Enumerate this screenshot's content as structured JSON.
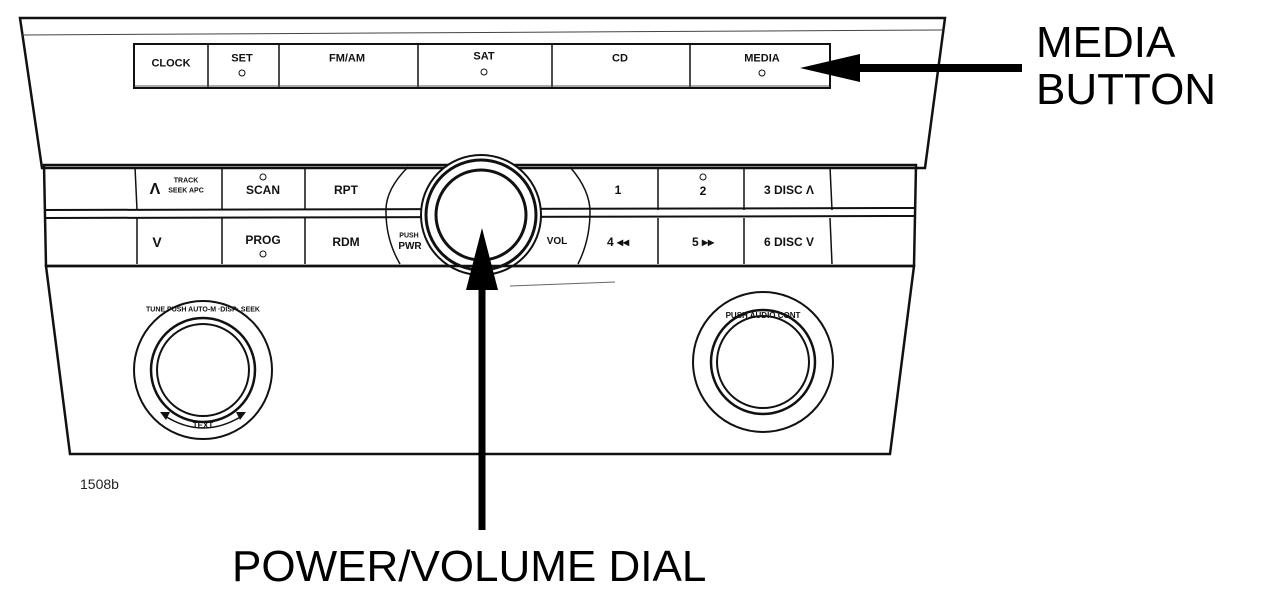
{
  "preset_row": {
    "buttons": [
      {
        "id": "clock",
        "label": "CLOCK",
        "dot": false
      },
      {
        "id": "set",
        "label": "SET",
        "dot": true
      },
      {
        "id": "fmam",
        "label": "FM/AM",
        "dot": false
      },
      {
        "id": "sat",
        "label": "SAT",
        "dot": true
      },
      {
        "id": "cd",
        "label": "CD",
        "dot": false
      },
      {
        "id": "media",
        "label": "MEDIA",
        "dot": true
      }
    ]
  },
  "control_rows": {
    "top": [
      {
        "id": "track",
        "label": "TRACK",
        "sub": "SEEK APC",
        "glyph": "Λ"
      },
      {
        "id": "scan",
        "label": "SCAN"
      },
      {
        "id": "rpt",
        "label": "RPT"
      },
      {
        "id": "p1",
        "label": "1"
      },
      {
        "id": "p2",
        "label": "2"
      },
      {
        "id": "p3",
        "label": "3 DISC Λ"
      }
    ],
    "bottom": [
      {
        "id": "down",
        "label": "V"
      },
      {
        "id": "prog",
        "label": "PROG"
      },
      {
        "id": "rdm",
        "label": "RDM"
      },
      {
        "id": "pushpwr",
        "label": "PUSH",
        "sub": "PWR"
      },
      {
        "id": "vol",
        "label": "VOL"
      },
      {
        "id": "p4",
        "label": "4 ◂◂"
      },
      {
        "id": "p5",
        "label": "5 ▸▸"
      },
      {
        "id": "p6",
        "label": "6 DISC V"
      }
    ]
  },
  "left_knob": {
    "ring_text": "TUNE PUSH AUTO-M ·DISP· SEEK",
    "bottom_text": "TEXT"
  },
  "right_knob": {
    "ring_text": "PUSH AUDIO CONT"
  },
  "figure_id": "1508b",
  "callouts": {
    "media": {
      "line1": "MEDIA",
      "line2": "BUTTON"
    },
    "dial": "POWER/VOLUME DIAL"
  }
}
